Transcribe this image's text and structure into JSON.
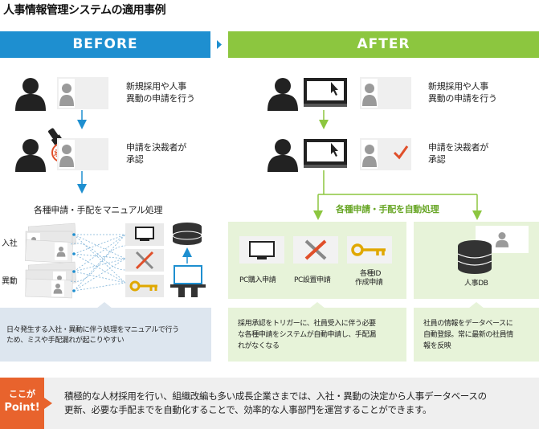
{
  "title": "人事情報管理システムの適用事例",
  "before": {
    "header": "BEFORE",
    "step1": [
      "新規採用や人事",
      "異動の申請を行う"
    ],
    "step2": [
      "申請を決裁者が",
      "承認"
    ],
    "stamp_text": "承認",
    "step3": "各種申請・手配をマニュアル処理",
    "label_hire": "入社",
    "label_transfer": "異動",
    "note": [
      "日々発生する入社・異動に伴う処理をマニュアルで行う",
      "ため、ミスや手配漏れが起こりやすい"
    ]
  },
  "after": {
    "header": "AFTER",
    "step1": [
      "新規採用や人事",
      "異動の申請を行う"
    ],
    "step2": [
      "申請を決裁者が",
      "承認"
    ],
    "auto_label": "各種申請・手配を自動処理",
    "items": {
      "pc_purchase": "PC購入申請",
      "pc_setup": "PC設置申請",
      "id_create": [
        "各種ID",
        "作成申請"
      ],
      "hr_db": "人事DB"
    },
    "note1": [
      "採用承認をトリガーに、社員受入に伴う必要",
      "な各種申請をシステムが自動申請し、手配漏",
      "れがなくなる"
    ],
    "note2": [
      "社員の情報をデータベースに",
      "自動登録。常に最新の社員情",
      "報を反映"
    ]
  },
  "point": {
    "badge": [
      "ここが",
      "Point!"
    ],
    "text": [
      "積極的な人材採用を行い、組織改編も多い成長企業さまでは、入社・異動の決定から人事データベースの",
      "更新、必要な手配までを自動化することで、効率的な人事部門を運営することができます。"
    ]
  },
  "colors": {
    "before_blue": "#1e8fd0",
    "after_green": "#8cc63f",
    "point_orange": "#e8632d",
    "stamp_red": "#e04f2a"
  },
  "icons": [
    "person-icon",
    "profile-card-icon",
    "stamp-icon",
    "monitor-icon",
    "tools-icon",
    "key-icon",
    "database-icon",
    "laptop-icon",
    "checkmark-icon",
    "cursor-icon"
  ]
}
